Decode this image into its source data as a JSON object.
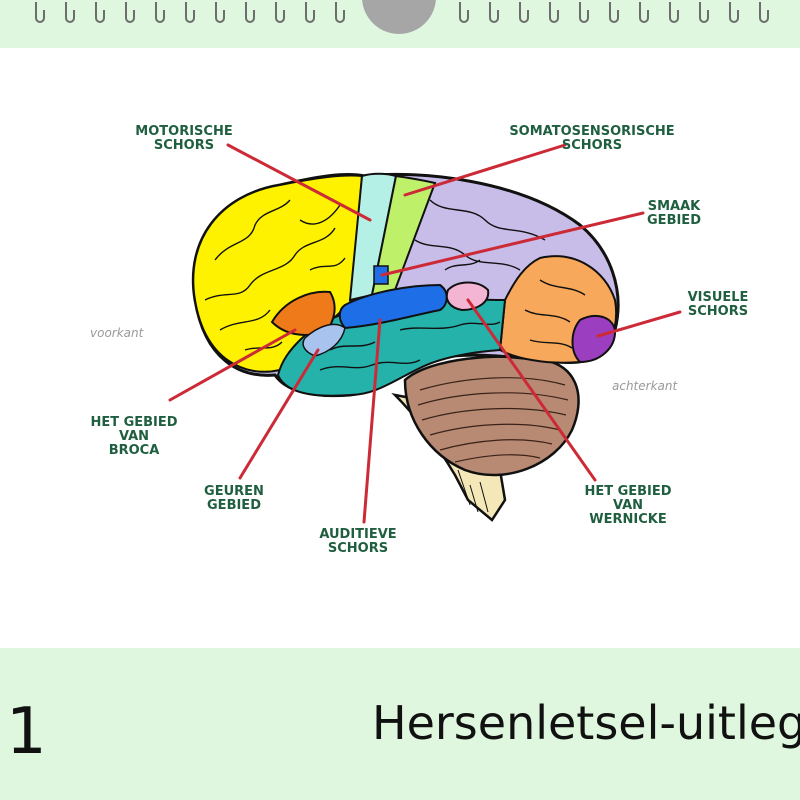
{
  "calendar": {
    "page_number": "1",
    "title": "Hersenletsel-uitleg"
  },
  "diagram": {
    "labels": {
      "motor": "MOTORISCHE\nSCHORS",
      "somato": "SOMATOSENSORISCHE\nSCHORS",
      "taste": "SMAAK\nGEBIED",
      "visual": "VISUELE\nSCHORS",
      "broca": "HET GEBIED\nVAN\nBROCA",
      "smell": "GEUREN\nGEBIED",
      "auditory": "AUDITIEVE\nSCHORS",
      "wernicke": "HET GEBIED\nVAN\nWERNICKE"
    },
    "directions": {
      "front": "voorkant",
      "back": "achterkant"
    }
  },
  "colors": {
    "band": "#dff7df",
    "label_text": "#1f5e3f",
    "pointer": "#cc2a36",
    "frontal": "#fff200",
    "motor": "#b4f0e6",
    "somato": "#bff06a",
    "parietal": "#c8bde8",
    "occipital": "#f8a85a",
    "visual": "#9b3fc0",
    "temporal": "#25b2ab",
    "auditory": "#1e6ee8",
    "broca": "#ef7a1a",
    "wernicke": "#f4b5d4",
    "cerebellum": "#b88a74",
    "brainstem": "#f4e8b8"
  }
}
